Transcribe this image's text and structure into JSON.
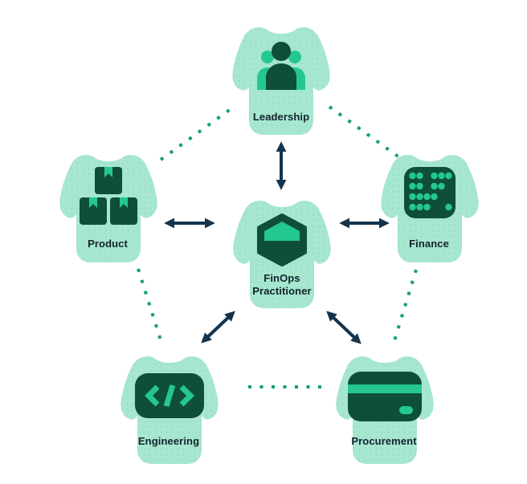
{
  "diagram": {
    "center": {
      "id": "finops-practitioner",
      "label": "FinOps\nPractitioner",
      "icon": "finops-hexagon-icon"
    },
    "nodes": [
      {
        "id": "leadership",
        "label": "Leadership",
        "icon": "people-icon"
      },
      {
        "id": "product",
        "label": "Product",
        "icon": "boxes-icon"
      },
      {
        "id": "finance",
        "label": "Finance",
        "icon": "abacus-dots-icon"
      },
      {
        "id": "engineering",
        "label": "Engineering",
        "icon": "code-icon"
      },
      {
        "id": "procurement",
        "label": "Procurement",
        "icon": "credit-card-icon"
      }
    ],
    "solid_arrows": [
      {
        "from": "finops-practitioner",
        "to": "leadership",
        "bidirectional": true
      },
      {
        "from": "finops-practitioner",
        "to": "product",
        "bidirectional": true
      },
      {
        "from": "finops-practitioner",
        "to": "finance",
        "bidirectional": true
      },
      {
        "from": "finops-practitioner",
        "to": "engineering",
        "bidirectional": true
      },
      {
        "from": "finops-practitioner",
        "to": "procurement",
        "bidirectional": true
      }
    ],
    "dotted_links": [
      [
        "product",
        "leadership"
      ],
      [
        "leadership",
        "finance"
      ],
      [
        "finance",
        "procurement"
      ],
      [
        "engineering",
        "procurement"
      ],
      [
        "product",
        "engineering"
      ]
    ]
  },
  "palette": {
    "background": "#ffffff",
    "shirt-mint": "#a7e6cf",
    "shirt-dot": "#93dfc4",
    "dark-green": "#0e4e3b",
    "bright-green": "#24c88e",
    "arrow-navy": "#14344d",
    "dotted-teal": "#159f77",
    "label-text": "#13232e"
  }
}
